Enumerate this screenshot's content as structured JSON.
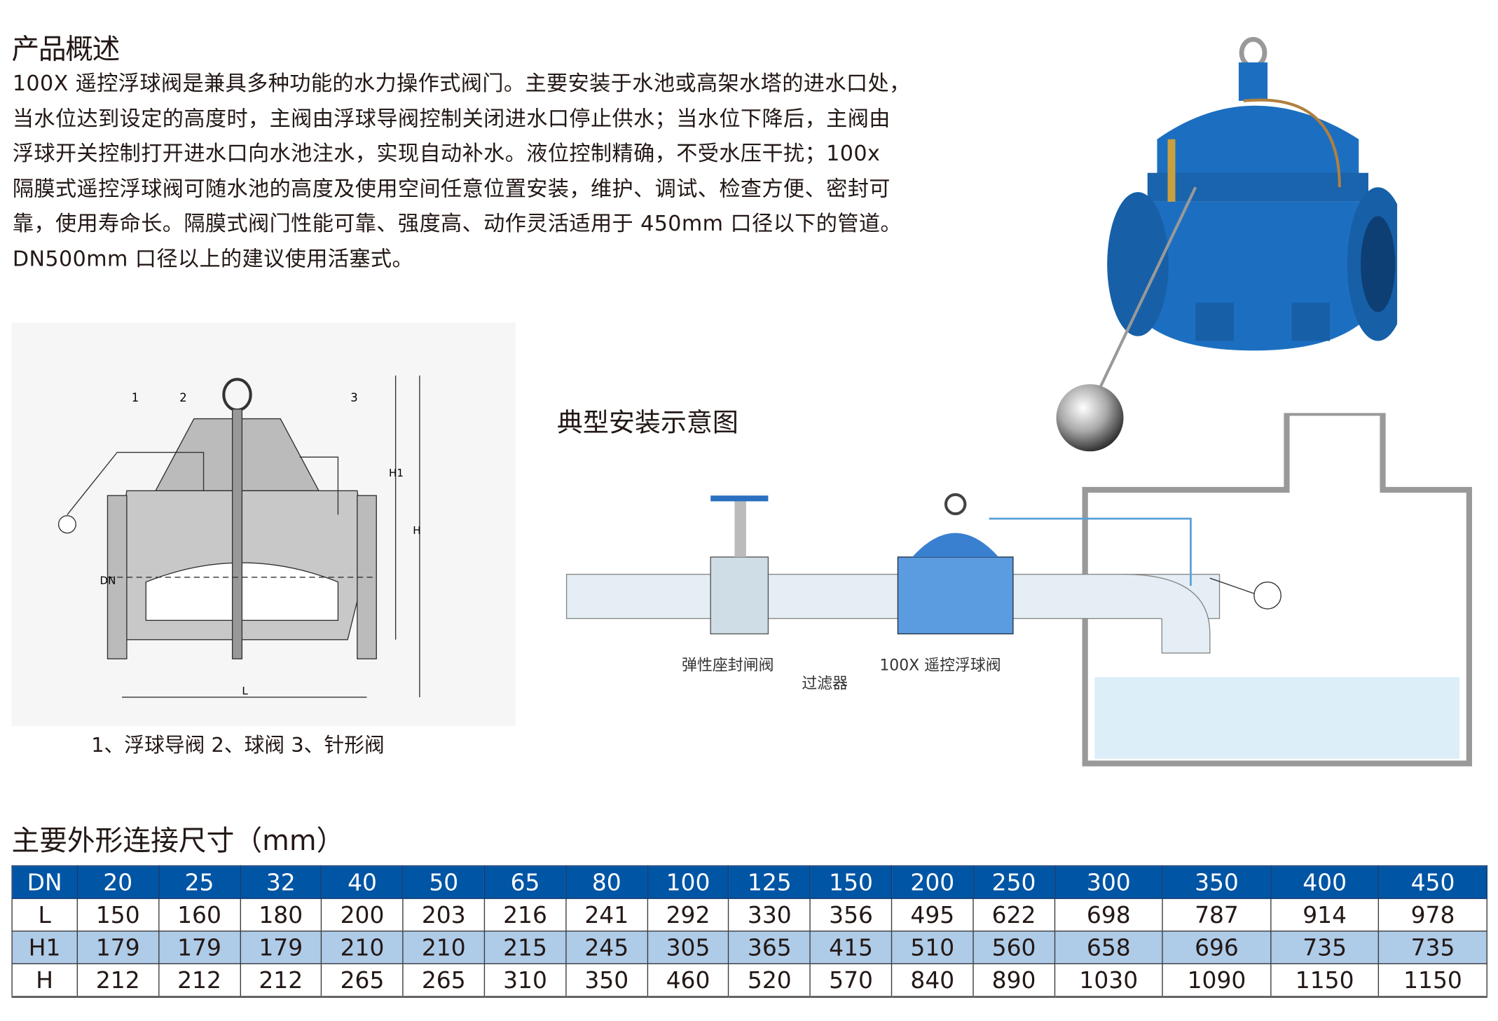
{
  "overview": {
    "title": "产品概述",
    "lines": [
      "100X 遥控浮球阀是兼具多种功能的水力操作式阀门。主要安装于水池或高架水塔的进水口处，",
      "当水位达到设定的高度时，主阀由浮球导阀控制关闭进水口停止供水；当水位下降后，主阀由",
      "浮球开关控制打开进水口向水池注水，实现自动补水。液位控制精确，不受水压干扰；100x",
      "隔膜式遥控浮球阀可随水池的高度及使用空间任意位置安装，维护、调试、检查方便、密封可",
      "靠，使用寿命长。隔膜式阀门性能可靠、强度高、动作灵活适用于 450mm 口径以下的管道。",
      "DN500mm 口径以上的建议使用活塞式。"
    ]
  },
  "section_drawing": {
    "callouts": [
      "1",
      "2",
      "3"
    ],
    "dims": {
      "dn": "DN",
      "h1": "H1",
      "h": "H",
      "l": "L"
    },
    "caption": "1、浮球导阀 2、球阀 3、针形阀"
  },
  "installation": {
    "title": "典型安装示意图",
    "labels": {
      "gate_valve": "弹性座封闸阀",
      "filter": "过滤器",
      "float_valve": "100X 遥控浮球阀"
    }
  },
  "dimensions": {
    "title": "主要外形连接尺寸（mm）",
    "rows": [
      {
        "label": "DN",
        "values": [
          "20",
          "25",
          "32",
          "40",
          "50",
          "65",
          "80",
          "100",
          "125",
          "150",
          "200",
          "250",
          "300",
          "350",
          "400",
          "450"
        ]
      },
      {
        "label": "L",
        "values": [
          "150",
          "160",
          "180",
          "200",
          "203",
          "216",
          "241",
          "292",
          "330",
          "356",
          "495",
          "622",
          "698",
          "787",
          "914",
          "978"
        ]
      },
      {
        "label": "H1",
        "values": [
          "179",
          "179",
          "179",
          "210",
          "210",
          "215",
          "245",
          "305",
          "365",
          "415",
          "510",
          "560",
          "658",
          "696",
          "735",
          "735"
        ]
      },
      {
        "label": "H",
        "values": [
          "212",
          "212",
          "212",
          "265",
          "265",
          "310",
          "350",
          "460",
          "520",
          "570",
          "840",
          "890",
          "1030",
          "1090",
          "1150",
          "1150"
        ]
      }
    ]
  },
  "colors": {
    "header_blue": "#0055a5",
    "alt_row": "#aecbe8",
    "valve_blue": "#1c6fc0"
  }
}
